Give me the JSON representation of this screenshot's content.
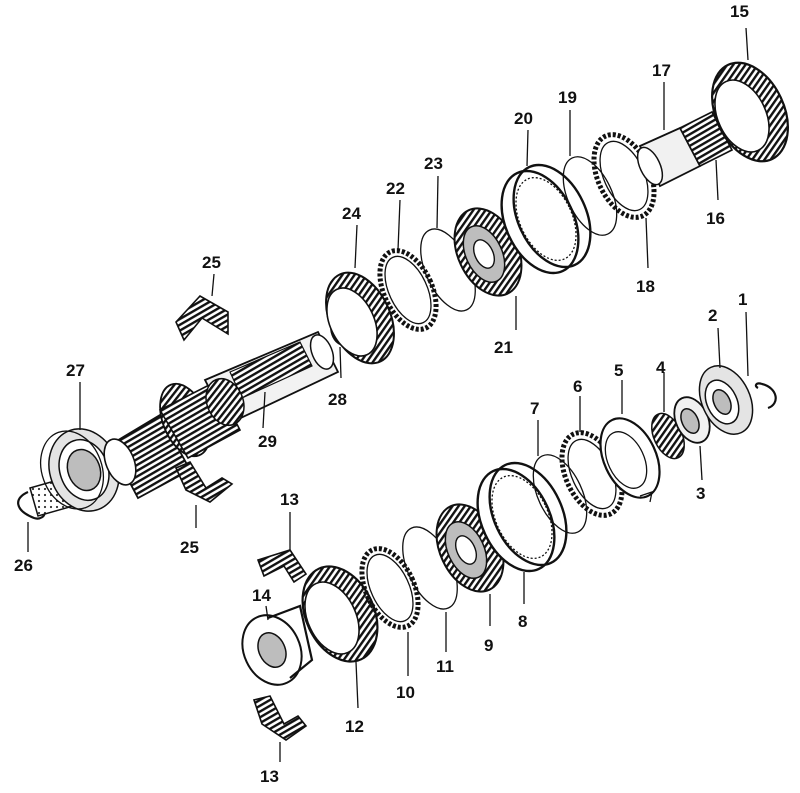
{
  "callouts": [
    {
      "id": "l1",
      "text": "1"
    },
    {
      "id": "l2",
      "text": "2"
    },
    {
      "id": "l3",
      "text": "3"
    },
    {
      "id": "l4",
      "text": "4"
    },
    {
      "id": "l5",
      "text": "5"
    },
    {
      "id": "l6",
      "text": "6"
    },
    {
      "id": "l7",
      "text": "7"
    },
    {
      "id": "l8",
      "text": "8"
    },
    {
      "id": "l9",
      "text": "9"
    },
    {
      "id": "l10",
      "text": "10"
    },
    {
      "id": "l11",
      "text": "11"
    },
    {
      "id": "l12",
      "text": "12"
    },
    {
      "id": "l13a",
      "text": "13"
    },
    {
      "id": "l13b",
      "text": "13"
    },
    {
      "id": "l14",
      "text": "14"
    },
    {
      "id": "l15",
      "text": "15"
    },
    {
      "id": "l16",
      "text": "16"
    },
    {
      "id": "l17",
      "text": "17"
    },
    {
      "id": "l18",
      "text": "18"
    },
    {
      "id": "l19",
      "text": "19"
    },
    {
      "id": "l20",
      "text": "20"
    },
    {
      "id": "l21",
      "text": "21"
    },
    {
      "id": "l22",
      "text": "22"
    },
    {
      "id": "l23",
      "text": "23"
    },
    {
      "id": "l24",
      "text": "24"
    },
    {
      "id": "l25a",
      "text": "25"
    },
    {
      "id": "l25b",
      "text": "25"
    },
    {
      "id": "l26",
      "text": "26"
    },
    {
      "id": "l27",
      "text": "27"
    },
    {
      "id": "l28",
      "text": "28"
    },
    {
      "id": "l29",
      "text": "29"
    }
  ]
}
